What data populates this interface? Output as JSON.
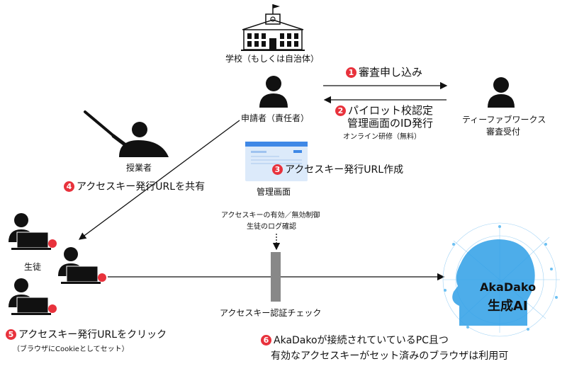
{
  "nodes": {
    "school": "学校（もしくは自治体）",
    "applicant": "申請者（責任者）",
    "tfw": "ティーファブワークス",
    "tfw_sub": "審査受付",
    "teacher": "授業者",
    "admin": "管理画面",
    "students": "生徒",
    "ai_brand": "AkaDako",
    "ai_label": "生成AI"
  },
  "steps": {
    "s1_num": "1",
    "s1": "審査申し込み",
    "s2_num": "2",
    "s2_line1": "パイロット校認定",
    "s2_line2": "管理画面のID発行",
    "s2_sub": "オンライン研修（無料）",
    "s3_num": "3",
    "s3": "アクセスキー発行URL作成",
    "s4_num": "4",
    "s4": "アクセスキー発行URLを共有",
    "s5_num": "5",
    "s5": "アクセスキー発行URLをクリック",
    "s5_sub": "（ブラウザにCookieとしてセット）",
    "s6_num": "6",
    "s6_line1": "AkaDakoが接続されていているPC且つ",
    "s6_line2": "有効なアクセスキーがセット済みのブラウザは利用可"
  },
  "admin_note": {
    "line1": "アクセスキーの有効／無効制御",
    "line2": "生徒のログ確認"
  },
  "check_label": "アクセスキー認証チェック",
  "colors": {
    "accent_red": "#e8323c",
    "ai_blue": "#2e9fe6",
    "gate_gray": "#888888"
  }
}
